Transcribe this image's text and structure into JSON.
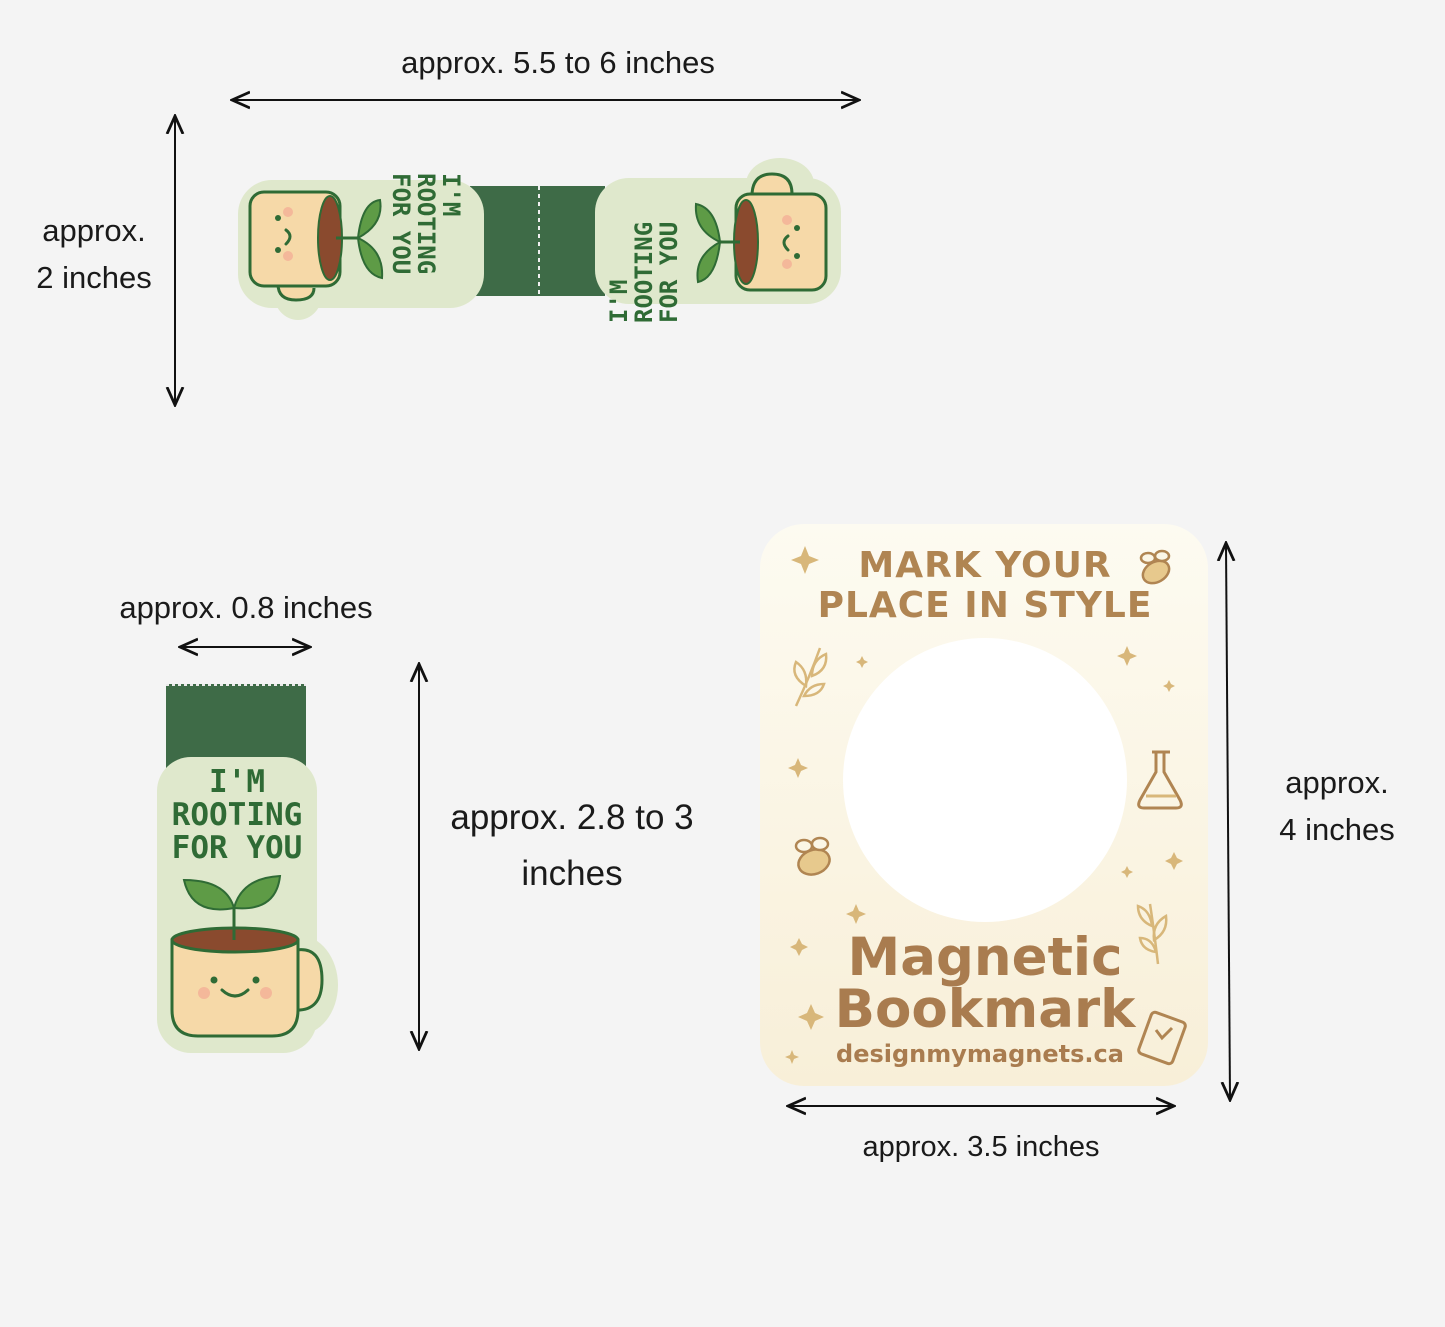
{
  "dimensions": {
    "top_width": "approx. 5.5 to 6 inches",
    "top_height_line1": "approx.",
    "top_height_line2": "2 inches",
    "folded_width": "approx. 0.8 inches",
    "folded_height_line1": "approx. 2.8 to 3",
    "folded_height_line2": "inches",
    "card_height_line1": "approx.",
    "card_height_line2": "4 inches",
    "card_width": "approx. 3.5 inches"
  },
  "bookmark": {
    "phrase_line1": "I'M",
    "phrase_line2": "ROOTING",
    "phrase_line3": "FOR YOU",
    "colors": {
      "band": "#3e6b47",
      "body": "#dfe8cc",
      "outline": "#2f6b35",
      "leaf": "#5e9b46",
      "mug": "#f6d9a8"
    }
  },
  "packaging_card": {
    "headline_line1": "MARK YOUR",
    "headline_line2": "PLACE IN STYLE",
    "title_line1": "Magnetic",
    "title_line2": "Bookmark",
    "website": "designmymagnets.ca",
    "colors": {
      "background": "#fbf6e6",
      "text": "#a97c4f"
    },
    "icons": [
      "sparkle-icon",
      "bee-icon",
      "leaf-sprig-icon",
      "flask-icon",
      "book-heart-icon"
    ]
  }
}
